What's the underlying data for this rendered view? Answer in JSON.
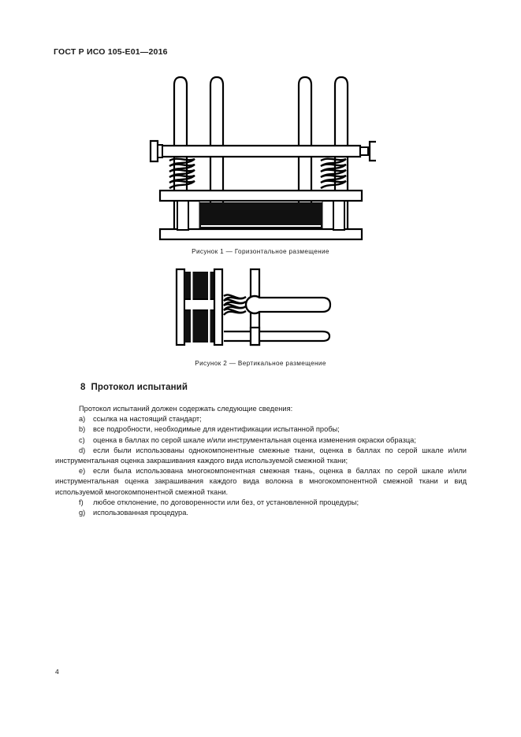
{
  "document": {
    "running_header": "ГОСТ Р ИСО 105-E01—2016",
    "page_number": "4"
  },
  "figures": [
    {
      "id": "figure-1",
      "caption": "Рисунок  1 — Горизонтальное размещение",
      "label": "Рисунок  1",
      "title": "Горизонтальное размещение"
    },
    {
      "id": "figure-2",
      "caption": "Рисунок  2 — Вертикальное размещение",
      "label": "Рисунок  2",
      "title": "Вертикальное размещение"
    }
  ],
  "section": {
    "number": "8",
    "title": "Протокол испытаний",
    "intro": "Протокол испытаний должен содержать следующие сведения:",
    "items": [
      {
        "marker": "a)",
        "text": "ссылка на настоящий стандарт;"
      },
      {
        "marker": "b)",
        "text": "все подробности, необходимые для идентификации испытанной пробы;"
      },
      {
        "marker": "c)",
        "text": "оценка в баллах по серой шкале и/или инструментальная оценка изменения окраски образца;"
      },
      {
        "marker": "d)",
        "text": "если были использованы однокомпонентные смежные ткани, оценка в баллах по серой шкале и/или инструментальная оценка закрашивания каждого вида используемой смежной ткани;"
      },
      {
        "marker": "e)",
        "text": "если была использована многокомпонентная смежная ткань, оценка в баллах по серой шкале и/или инструментальная оценка закрашивания каждого вида волокна в многокомпонентной смежной ткани и вид используемой многокомпонентной смежной ткани."
      },
      {
        "marker": "f)",
        "text": "любое отклонение, по договоренности или без, от установленной процедуры;"
      },
      {
        "marker": "g)",
        "text": "использованная процедура."
      }
    ]
  },
  "colors": {
    "ink": "#1a1a1a",
    "line": "#000000",
    "fill_dark": "#111111",
    "paper": "#ffffff"
  }
}
